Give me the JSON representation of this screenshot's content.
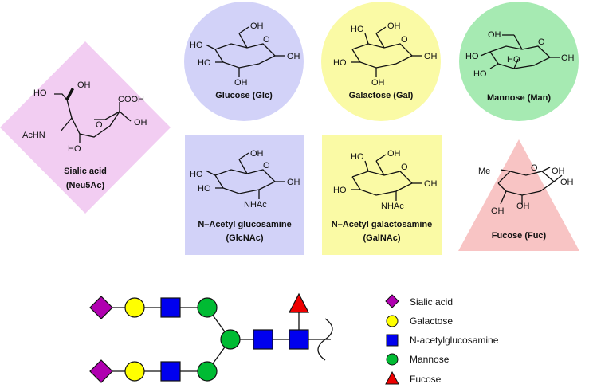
{
  "sugars": {
    "sialic": {
      "name": "Sialic acid",
      "abbr": "(Neu5Ac)",
      "color": "#f2cdf2",
      "groups": [
        "OH",
        "HO",
        "COOH",
        "OH",
        "AcHN",
        "HO",
        "O"
      ]
    },
    "glucose": {
      "name": "Glucose (Glc)",
      "color": "#d2d2f8",
      "groups": [
        "OH",
        "HO",
        "HO",
        "OH",
        "OH",
        "O"
      ]
    },
    "galactose": {
      "name": "Galactose (Gal)",
      "color": "#fafaa5",
      "groups": [
        "HO",
        "OH",
        "HO",
        "OH",
        "OH",
        "O"
      ]
    },
    "mannose": {
      "name": "Mannose (Man)",
      "color": "#a6eab2",
      "groups": [
        "OH",
        "HO",
        "HO",
        "HO",
        "OH",
        "O"
      ]
    },
    "glcnac": {
      "name": "N–Acetyl glucosamine",
      "abbr": "(GlcNAc)",
      "color": "#d2d2f8",
      "groups": [
        "OH",
        "HO",
        "HO",
        "NHAc",
        "OH",
        "O"
      ]
    },
    "galnac": {
      "name": "N–Acetyl galactosamine",
      "abbr": "(GalNAc)",
      "color": "#fafaa5",
      "groups": [
        "HO",
        "OH",
        "HO",
        "NHAc",
        "OH",
        "O"
      ]
    },
    "fucose": {
      "name": "Fucose (Fuc)",
      "color": "#f8c4c4",
      "groups": [
        "Me",
        "OH",
        "OH",
        "OH",
        "O"
      ]
    }
  },
  "legend": [
    {
      "label": "Sialic acid",
      "shape": "diamond",
      "color": "#b000b0"
    },
    {
      "label": "Galactose",
      "shape": "circle",
      "color": "#ffff00"
    },
    {
      "label": "N-acetylglucosamine",
      "shape": "square",
      "color": "#0000ee"
    },
    {
      "label": "Mannose",
      "shape": "circle",
      "color": "#00bb33"
    },
    {
      "label": "Fucose",
      "shape": "triangle",
      "color": "#ee0000"
    }
  ]
}
